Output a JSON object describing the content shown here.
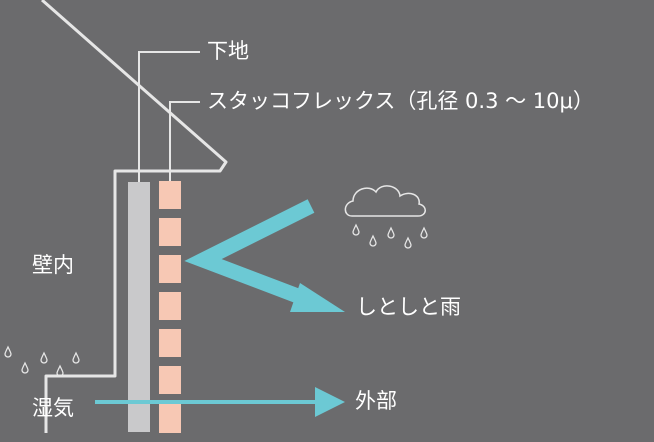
{
  "labels": {
    "base": "下地",
    "stucco": "スタッコフレックス（孔径 0.3 ～ 10μ）",
    "wall_inside": "壁内",
    "rain": "しとしと雨",
    "moisture": "湿気",
    "outside": "外部"
  },
  "colors": {
    "background": "#6b6b6d",
    "line": "#e6e6e6",
    "base_layer": "#c9c9cb",
    "stucco_block": "#f7c8b4",
    "arrow": "#6cc9d4"
  },
  "icons": {
    "cloud": "cloud-icon",
    "rain_drops": "raindrops-icon",
    "moisture_drops": "moisture-drops-icon"
  }
}
